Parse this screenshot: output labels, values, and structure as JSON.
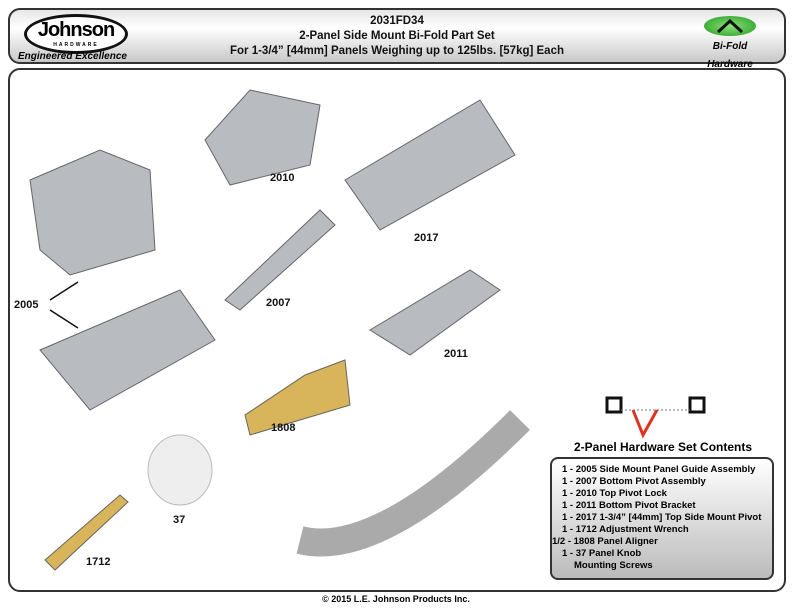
{
  "header": {
    "brand": "Johnson",
    "brand_sub": "HARDWARE",
    "tagline": "Engineered Excellence",
    "model": "2031FD34",
    "title": "2-Panel Side Mount Bi-Fold Part Set",
    "subtitle": "For 1-3/4” [44mm] Panels Weighing up to 125lbs. [57kg] Each",
    "category": "Bi-Fold Hardware",
    "accent": "#2aa526"
  },
  "parts": {
    "p2010": "2010",
    "p2017": "2017",
    "p2005": "2005",
    "p2007": "2007",
    "p2011": "2011",
    "p1808": "1808",
    "p37": "37",
    "p1712": "1712"
  },
  "contents": {
    "title": "2-Panel Hardware Set Contents",
    "items": [
      "1 - 2005 Side Mount Panel Guide Assembly",
      "1 - 2007 Bottom Pivot Assembly",
      "1 - 2010 Top Pivot Lock",
      "1 - 2011 Bottom Pivot Bracket",
      "1 - 2017 1-3/4” [44mm] Top Side Mount Pivot",
      "1 - 1712 Adjustment Wrench",
      "1/2 - 1808 Panel Aligner",
      "1 - 37 Panel Knob",
      "Mounting Screws"
    ]
  },
  "footer": "© 2015 L.E. Johnson Products Inc."
}
